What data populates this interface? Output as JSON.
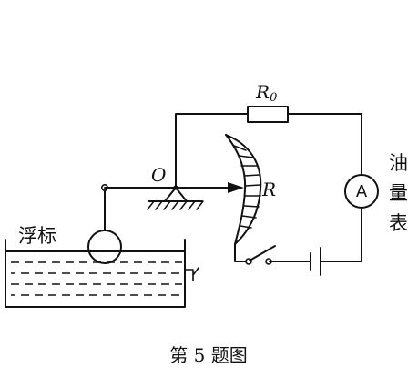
{
  "labels": {
    "float": "浮标",
    "pivot": "O",
    "resistor_r": "R",
    "resistor_r0": "R",
    "resistor_r0_sub": "0",
    "ammeter_letter": "A",
    "meter_name_1": "油",
    "meter_name_2": "量",
    "meter_name_3": "表",
    "caption": "第 5 题图"
  }
}
